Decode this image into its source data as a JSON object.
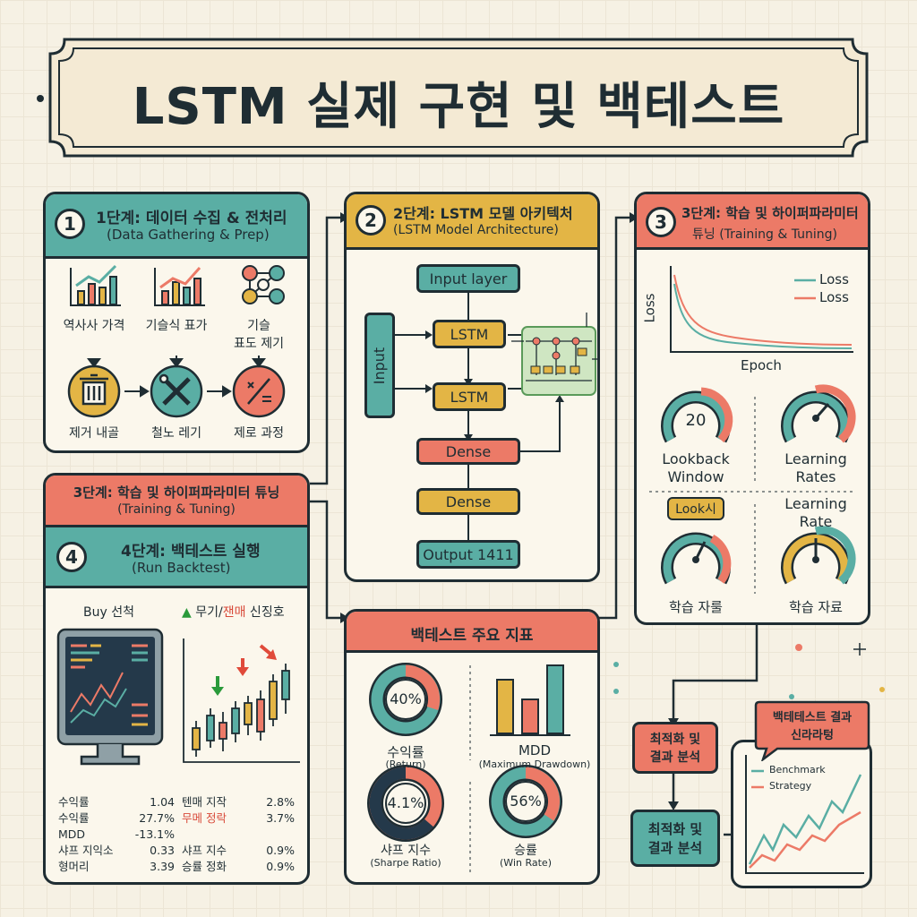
{
  "title": "LSTM 실제 구현 및 백테스트",
  "step1": {
    "num": "1",
    "title": "1단계: 데이터 수집 & 전처리",
    "subtitle": "(Data Gathering & Prep)",
    "top_labels": [
      "역사사 가격",
      "기슬식 표가",
      "기슬",
      "표도 제기"
    ],
    "bottom_labels": [
      "제거 내골",
      "철노 레기",
      "제로 과정"
    ]
  },
  "step2": {
    "num": "2",
    "title": "2단계: LSTM 모델 아키텍처",
    "subtitle": "(LSTM Model Architecture)",
    "input_side": "Input",
    "layers": [
      "Input layer",
      "LSTM",
      "LSTM",
      "Dense",
      "Dense",
      "Output 1411"
    ]
  },
  "step3": {
    "num": "3",
    "title": "3단계: 학습 및 하이퍼파라미터",
    "title2": "튜닝 (Training & Tuning)",
    "ylabel": "Loss",
    "xlabel": "Epoch",
    "legend": [
      "Loss",
      "Loss"
    ],
    "gauge_value": "20",
    "gauge_labels": [
      "Lookback",
      "Window",
      "Learning",
      "Rates"
    ],
    "look_badge": "Look시",
    "learning_rate": [
      "Learning",
      "Rate"
    ],
    "bottom_labels": [
      "학습 자룰",
      "학습 자료"
    ]
  },
  "banner": {
    "title": "3단계: 학습 및 하이퍼파라미터 튜닝",
    "subtitle": "(Training & Tuning)"
  },
  "step4": {
    "num": "4",
    "title": "4단계: 백테스트 실행",
    "subtitle": "(Run Backtest)",
    "buy_label": "Buy 선척",
    "signal_a": "무기",
    "signal_sep": "/",
    "signal_b": "잰매",
    "signal_c": " 신징호",
    "stats_left": [
      [
        "수익률",
        "1.04"
      ],
      [
        "수익률",
        "27.7%"
      ],
      [
        "MDD",
        "-13.1%"
      ],
      [
        "샤프 지익소",
        "0.33"
      ],
      [
        "형머리",
        "3.39"
      ]
    ],
    "stats_right": [
      [
        "텐매 지작",
        "2.8%"
      ],
      [
        "무메 정락",
        "3.7%"
      ],
      [
        "샤프 지수",
        "0.9%"
      ],
      [
        "승률 정화",
        "0.9%"
      ]
    ]
  },
  "metrics": {
    "title": "백테스트 주요 지표",
    "return_value": "40%",
    "return_label": "수익률",
    "return_sub": "(Return)",
    "mdd_label": "MDD",
    "mdd_sub": "(Maximum Drawdown)",
    "sharpe_value": "4.1%",
    "sharpe_label": "샤프 지수",
    "sharpe_sub": "(Sharpe Ratio)",
    "win_value": "56%",
    "win_label": "승률",
    "win_sub": "(Win Rate)"
  },
  "optimize": {
    "box1": [
      "최적화 및",
      "결과 분석"
    ],
    "box2": [
      "최적화 및",
      "결과 분석"
    ],
    "callout": [
      "백테테스트 결과",
      "신라라텅"
    ],
    "legend": [
      "Benchmark",
      "Strategy"
    ]
  },
  "colors": {
    "teal": "#5aaea4",
    "gold": "#e3b545",
    "coral": "#ec7a67",
    "ink": "#1f2d33",
    "paper": "#fbf7ec"
  }
}
